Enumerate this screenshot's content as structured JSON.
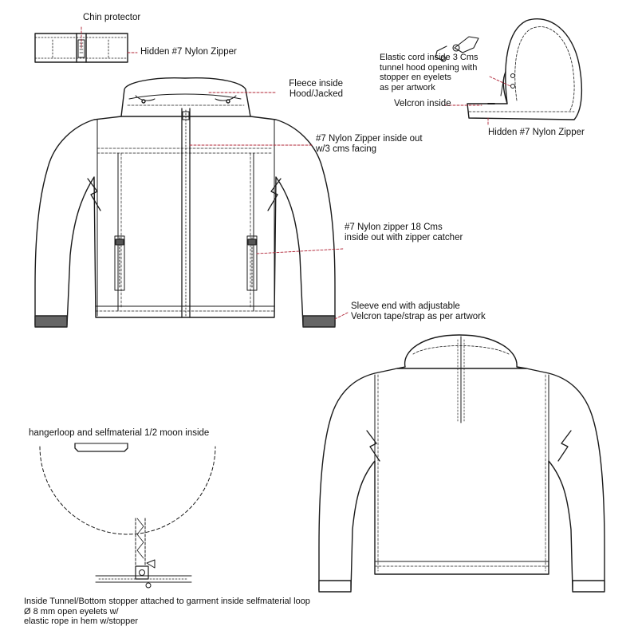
{
  "callouts": {
    "chin_protector": "Chin protector",
    "hidden_zipper_top": "Hidden #7 Nylon Zipper",
    "fleece": [
      "Fleece inside",
      "Hood/Jacked"
    ],
    "center_zipper": [
      "#7 Nylon Zipper inside out",
      "w/3 cms facing"
    ],
    "elastic_cord": [
      "Elastic cord inside 3 Cms",
      "tunnel hood opening with",
      "stopper en eyelets",
      "as per artwork"
    ],
    "velcron_inside": "Velcron inside",
    "hidden_zipper_hood": "Hidden #7 Nylon Zipper",
    "pocket_zipper": [
      "#7 Nylon zipper 18 Cms",
      "inside out with zipper catcher"
    ],
    "sleeve_end": [
      "Sleeve end with adjustable",
      "Velcron tape/strap as per artwork"
    ],
    "hangerloop": "hangerloop and selfmaterial 1/2 moon inside",
    "tunnel_bottom": [
      "Inside Tunnel/Bottom stopper attached to garment inside selfmaterial loop",
      "Ø 8 mm open eyelets w/",
      "elastic rope in hem w/stopper"
    ]
  },
  "colors": {
    "line": "#1a1a1a",
    "leader": "#b02436",
    "stitch": "#444444",
    "paper": "#ffffff"
  }
}
